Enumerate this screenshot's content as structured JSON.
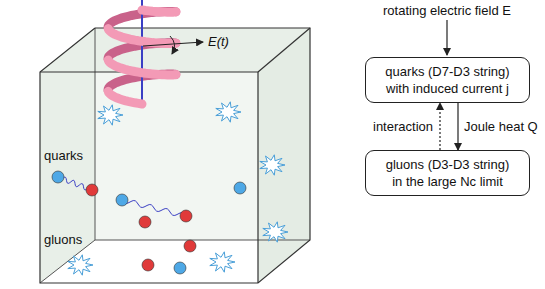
{
  "diagram": {
    "nodes": [
      {
        "text": [
          "quarks (D7-D3 string)",
          "with induced current j"
        ]
      },
      {
        "text": [
          "gluons (D3-D3 string)",
          "in the large Nc limit"
        ]
      }
    ],
    "edges": [
      {
        "from": 1,
        "to": 0,
        "arrow": "to",
        "label": "interaction"
      },
      {
        "from": 0,
        "to": 1,
        "arrow": "to",
        "label": "Joule heat Q"
      }
    ],
    "labels": [
      "E(t)",
      "quarks",
      "gluons",
      "rotating electric field E"
    ]
  }
}
